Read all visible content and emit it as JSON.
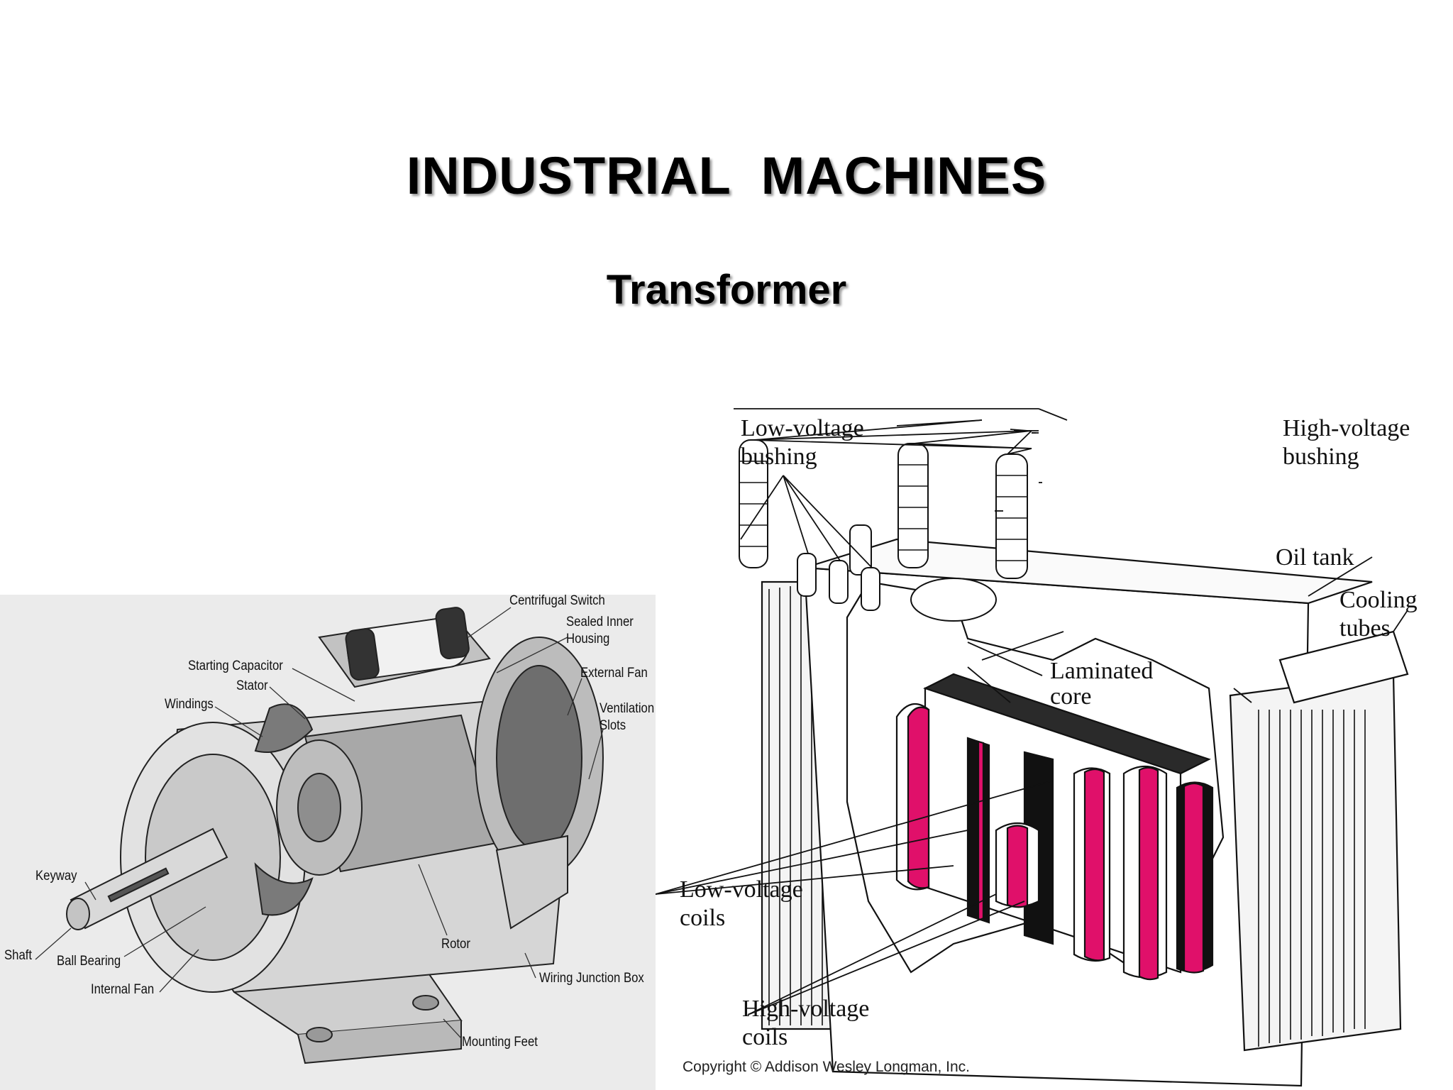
{
  "slide": {
    "title": "INDUSTRIAL  MACHINES",
    "subtitle": "Transformer"
  },
  "motor_figure": {
    "labels": {
      "centrifugal_switch": "Centrifugal Switch",
      "sealed_inner_housing_1": "Sealed Inner",
      "sealed_inner_housing_2": "Housing",
      "starting_capacitor": "Starting Capacitor",
      "stator": "Stator",
      "external_fan": "External Fan",
      "windings": "Windings",
      "ventilation_slots_1": "Ventilation",
      "ventilation_slots_2": "Slots",
      "keyway": "Keyway",
      "rotor": "Rotor",
      "shaft": "Shaft",
      "ball_bearing": "Ball Bearing",
      "wiring_junction_box": "Wiring Junction Box",
      "internal_fan": "Internal Fan",
      "mounting_feet": "Mounting Feet"
    }
  },
  "transformer_figure": {
    "labels": {
      "low_voltage_bushing_1": "Low-voltage",
      "low_voltage_bushing_2": "bushing",
      "high_voltage_bushing_1": "High-voltage",
      "high_voltage_bushing_2": "bushing",
      "oil_tank": "Oil tank",
      "cooling_tubes_1": "Cooling",
      "cooling_tubes_2": "tubes",
      "laminated_core_1": "Laminated",
      "laminated_core_2": "core",
      "low_voltage_coils_1": "Low-voltage",
      "low_voltage_coils_2": "coils",
      "high_voltage_coils_1": "High-voltage",
      "high_voltage_coils_2": "coils"
    },
    "coil_accent_color": "#e0106a",
    "copyright": "Copyright © Addison Wesley Longman, Inc."
  }
}
